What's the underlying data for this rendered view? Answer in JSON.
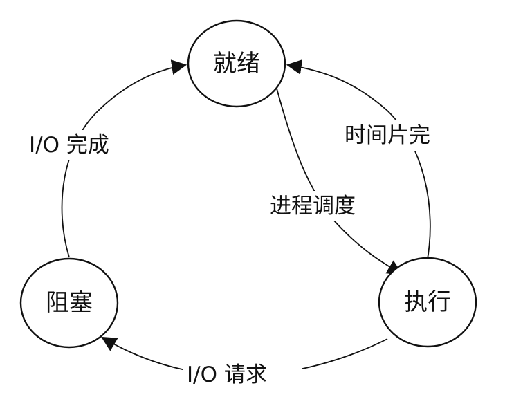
{
  "nodes": {
    "ready": "就绪",
    "running": "执行",
    "blocked": "阻塞"
  },
  "edges": {
    "io_complete": "I/O 完成",
    "time_slice": "时间片完",
    "scheduling": "进程调度",
    "io_request": "I/O 请求"
  },
  "colors": {
    "stroke": "#111111",
    "background": "#ffffff"
  }
}
